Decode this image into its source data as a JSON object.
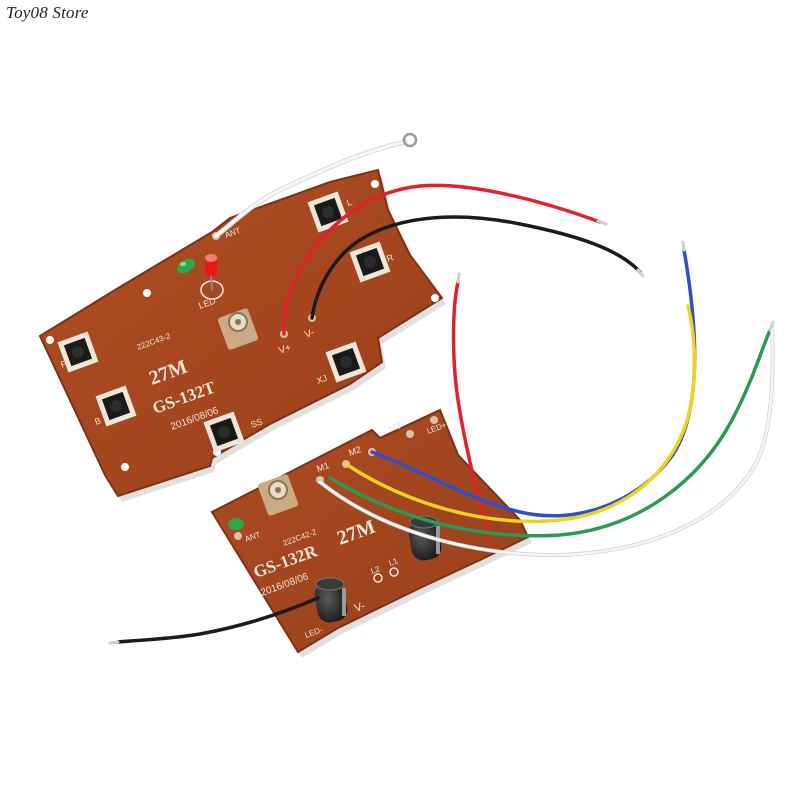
{
  "watermark": "Toy08 Store",
  "colors": {
    "board": "#a5461f",
    "board_edge": "#7d3214",
    "silkscreen": "#f1e6da",
    "wire_red": "#e0222a",
    "wire_black": "#1b1b1b",
    "wire_white": "#f4f4f4",
    "wire_blue": "#2f4fc8",
    "wire_yellow": "#f2d21e",
    "wire_green": "#2a9a55",
    "led_red": "#e81818",
    "led_green": "#2ea84a"
  },
  "transmitter": {
    "freq": "27M",
    "model": "GS-132T",
    "date": "2016/08/06",
    "part": "222C43-2",
    "buttons": {
      "f": "F",
      "b": "B",
      "ss": "SS",
      "xj": "XJ",
      "l": "L",
      "r": "R"
    },
    "led": "LED",
    "ant": "ANT",
    "vplus": "V+",
    "vminus": "V-"
  },
  "receiver": {
    "freq": "27M",
    "model": "GS-132R",
    "date": "2016/08/06",
    "part": "222C42-2",
    "ant": "ANT",
    "m1": "M1",
    "m2": "M2",
    "m3": "M3",
    "ledplus": "LED+",
    "ledminus": "LED-",
    "l1": "L1",
    "l2": "L2",
    "vminus": "V-"
  }
}
